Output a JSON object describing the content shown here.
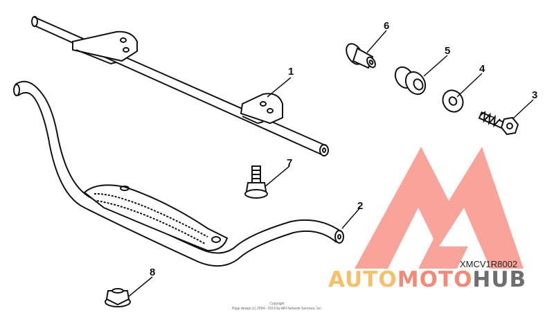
{
  "diagram": {
    "callouts": [
      {
        "id": "callout-1",
        "label": "1"
      },
      {
        "id": "callout-2",
        "label": "2"
      },
      {
        "id": "callout-3",
        "label": "3"
      },
      {
        "id": "callout-4",
        "label": "4"
      },
      {
        "id": "callout-5",
        "label": "5"
      },
      {
        "id": "callout-6",
        "label": "6"
      },
      {
        "id": "callout-7",
        "label": "7"
      },
      {
        "id": "callout-8",
        "label": "8"
      }
    ],
    "drawing_code": "XMCV1R8002",
    "copyright_line1": "Copyright",
    "copyright_line2": "Page design (c) 2004 - 2014 by ARI Network Services, Inc."
  },
  "watermark": {
    "part1": "AUTO",
    "part2": "MOTO",
    "part3": "HUB",
    "colors": {
      "auto": "#f5c06a",
      "moto": "#f28a78",
      "hub": "#6e6e6e",
      "triangle": "#f7867a"
    }
  }
}
